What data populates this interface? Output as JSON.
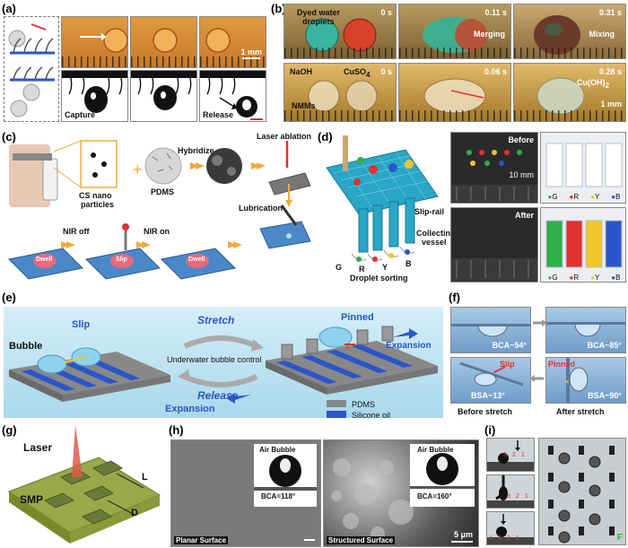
{
  "panels": {
    "a": {
      "label": "(a)",
      "scale": "1 mm",
      "capture": "Capture",
      "release": "Release"
    },
    "b": {
      "label": "(b)",
      "dyed": "Dyed water",
      "droplets": "droplets",
      "t0": "0 s",
      "t1": "0.11 s",
      "t2": "0.31 s",
      "merging": "Merging",
      "mixing": "Mixing",
      "naoh": "NaOH",
      "cuso4": "CuSO",
      "cuso4_sub": "4",
      "t3": "0 s",
      "nmms": "NMMs",
      "t4": "0.06 s",
      "t5": "0.28 s",
      "cuoh": "Cu(OH)",
      "cuoh_sub": "2",
      "scale": "1 mm"
    },
    "c": {
      "label": "(c)",
      "cs1": "CS nano",
      "cs2": "particles",
      "pdms": "PDMS",
      "hybridize": "Hybridize",
      "laser": "Laser ablation",
      "lubrication": "Lubrication",
      "nir_off": "NIR off",
      "nir_on": "NIR on",
      "dwell1": "Dwell",
      "slip": "Slip",
      "dwell2": "Dwell"
    },
    "d": {
      "label": "(d)",
      "slip_rail": "Slip-rail",
      "collecting1": "Collecting",
      "collecting2": "vessel",
      "sorting": "Droplet sorting",
      "g": "G",
      "r": "R",
      "y": "Y",
      "bb": "B",
      "before": "Before",
      "after": "After",
      "scale": "10 mm",
      "legend": [
        "G",
        "R",
        "Y",
        "B"
      ]
    },
    "e": {
      "label": "(e)",
      "bubble": "Bubble",
      "slip": "Slip",
      "stretch": "Stretch",
      "control": "Underwater bubble control",
      "release": "Release",
      "pinned": "Pinned",
      "expansion1": "Expansion",
      "expansion2": "Expansion",
      "pdms": "PDMS",
      "oil": "Silicone oil"
    },
    "f": {
      "label": "(f)",
      "bca1": "BCA~54°",
      "bca2": "BCA~85°",
      "slip": "Slip",
      "bsa1": "BSA~13°",
      "pinned": "Pinned",
      "bsa2": "BSA~90°",
      "before": "Before stretch",
      "after": "After stretch"
    },
    "g": {
      "label": "(g)",
      "laser": "Laser",
      "smp": "SMP",
      "l": "L",
      "d": "D"
    },
    "h": {
      "label": "(h)",
      "air1": "Air Bubble",
      "bca1": "BCA=118°",
      "air2": "Air Bubble",
      "bca2": "BCA=160°",
      "planar": "Planar Surface",
      "structured": "Structured Surface",
      "scale": "5 μm"
    },
    "i": {
      "label": "(i)",
      "nums1": [
        "3",
        "2",
        "1"
      ],
      "nums2": [
        "3",
        "2",
        "1"
      ],
      "nums3": [
        "4",
        "3",
        "2",
        "1"
      ],
      "corner": "F"
    }
  },
  "colors": {
    "green": "#2fae4a",
    "red": "#e0312f",
    "yellow": "#f1c62a",
    "blue": "#2a56c9",
    "orange_arrow": "#f2a93b",
    "water": "#bfe6f5",
    "grid": "#2aa6c6"
  }
}
